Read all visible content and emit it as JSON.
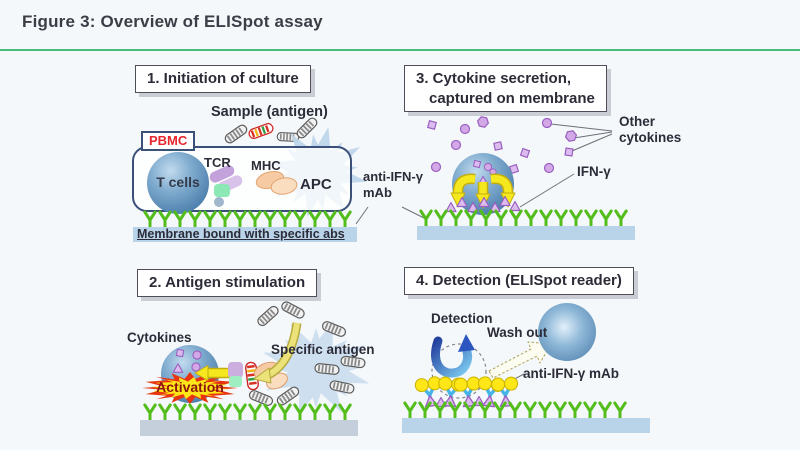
{
  "page": {
    "title": "Figure 3: Overview of ELISpot assay"
  },
  "panels": {
    "p1": {
      "title": "1. Initiation of culture",
      "labels": {
        "sample": "Sample (antigen)",
        "pbmc": "PBMC",
        "t_cells": "T cells",
        "tcr": "TCR",
        "mhc": "MHC",
        "apc": "APC",
        "membrane": "Membrane bound with specific abs"
      }
    },
    "p2": {
      "title": "2. Antigen stimulation",
      "labels": {
        "cytokines": "Cytokines",
        "activation": "Activation",
        "specific_antigen": "Specific antigen"
      }
    },
    "p3": {
      "title_line1": "3. Cytokine secretion,",
      "title_line2": "captured on membrane",
      "labels": {
        "anti_ifn_line1": "anti-IFN-γ",
        "anti_ifn_line2": "mAb",
        "other_line1": "Other",
        "other_line2": "cytokines",
        "ifn": "IFN-γ"
      }
    },
    "p4": {
      "title": "4. Detection (ELISpot reader)",
      "labels": {
        "detection": "Detection",
        "wash_out": "Wash out",
        "anti_ifn_mab": "anti-IFN-γ mAb"
      }
    }
  },
  "colors": {
    "accent_green": "#45bb7c",
    "membrane_blue": "#b9d3e8",
    "membrane_gray": "#c5cfdb",
    "capture_antibody_green": "#53bd1b",
    "detection_antibody_cyan": "#45b5e8",
    "enzyme_yellow": "#ffe616",
    "cell_blue": "#6b9cc4",
    "cytokine_purple": "#dcbcee",
    "arrow_yellow": "#f6e81e",
    "activation_red": "#e83410",
    "pbmc_red": "#e5262b",
    "mhc_peach": "#f6cba4",
    "title_text": "#3d3d47"
  }
}
